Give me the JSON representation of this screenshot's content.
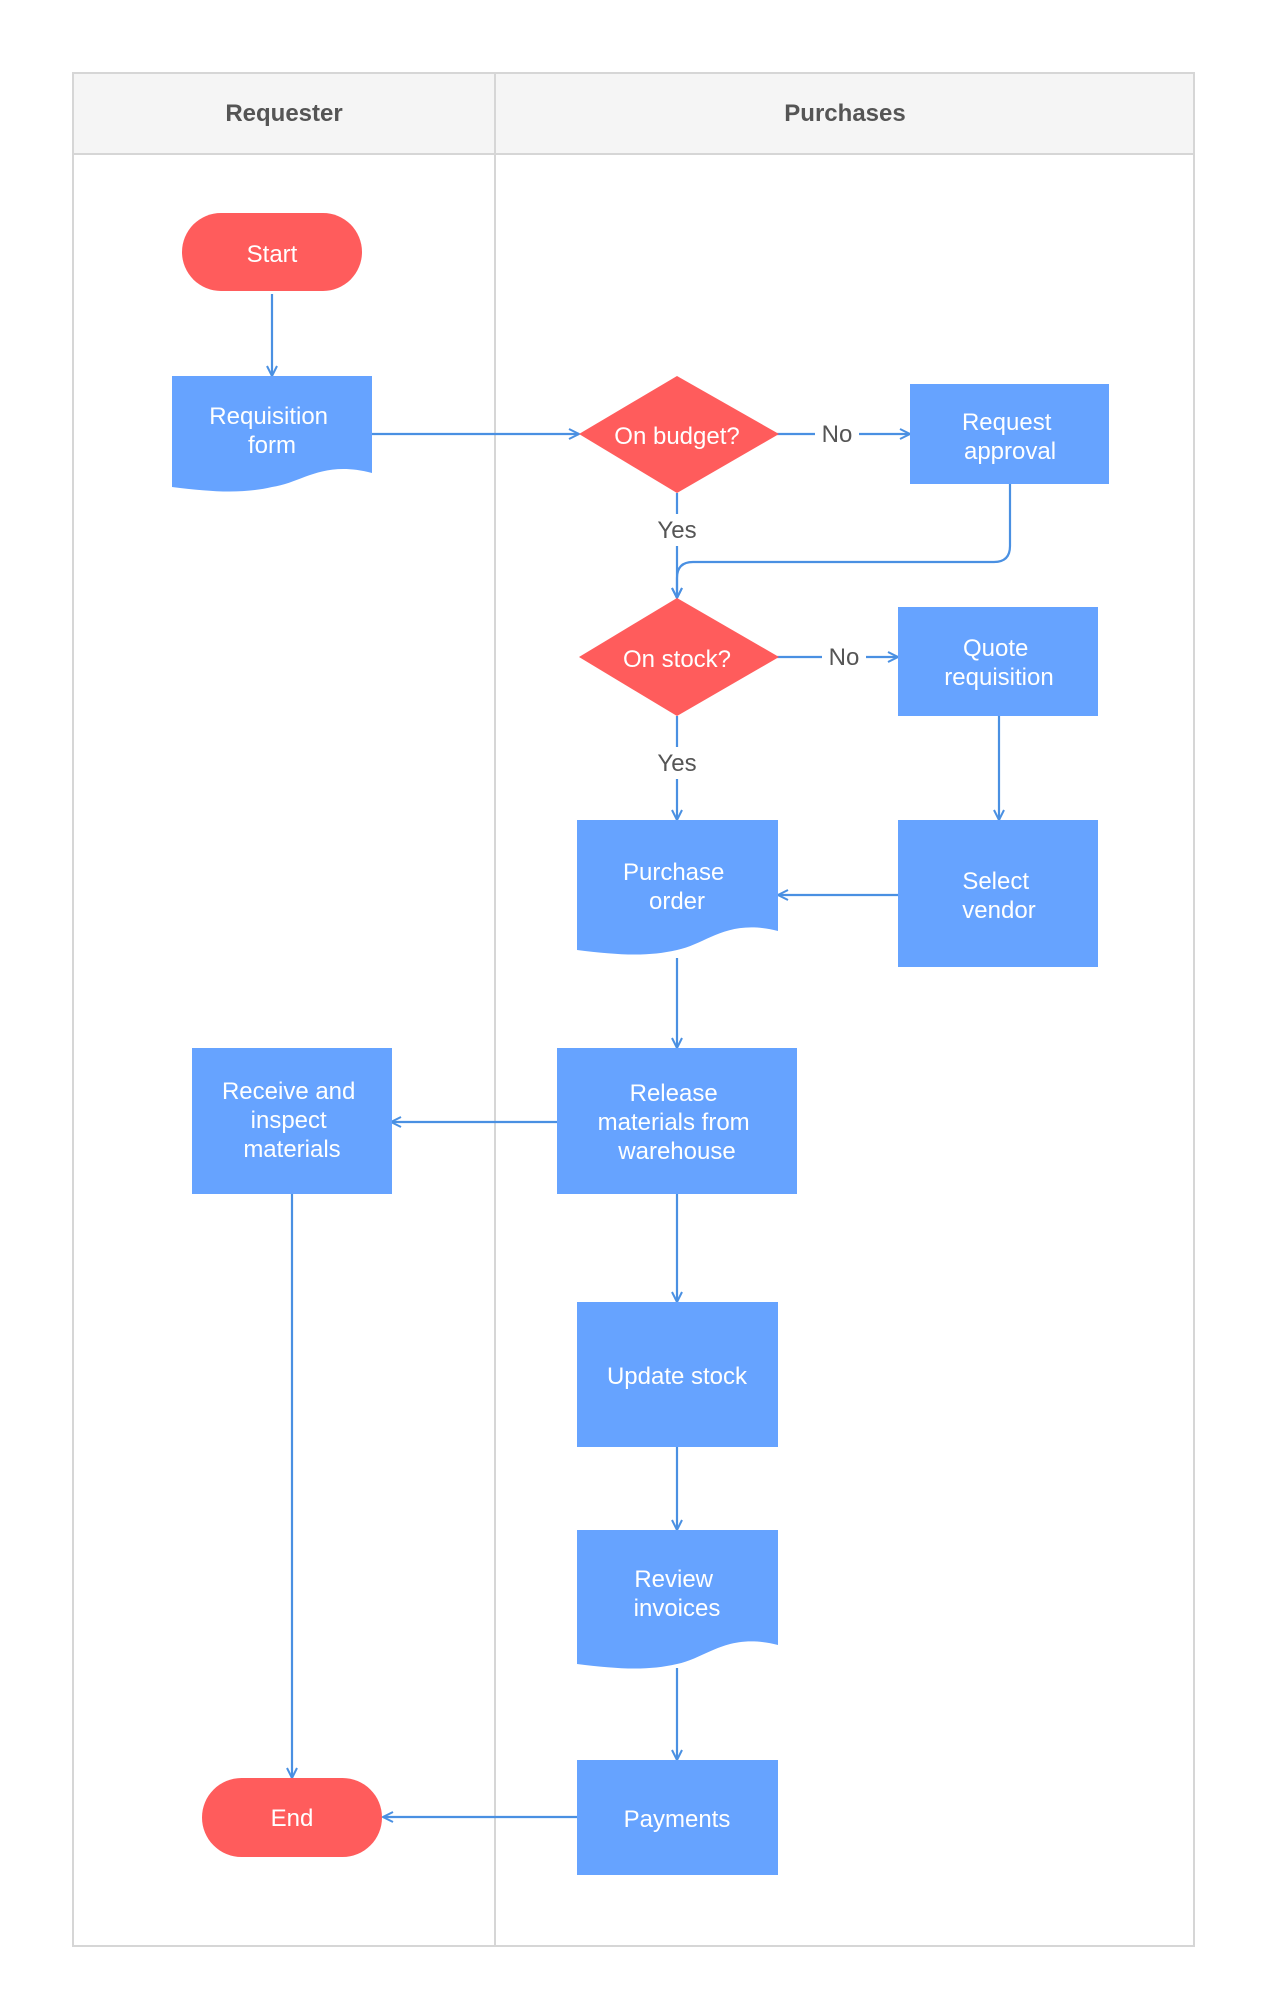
{
  "colors": {
    "process": "#66A3FF",
    "terminal": "#FF5C5C",
    "connector": "#4A90E2",
    "lane_header": "#F5F5F5",
    "lane_border": "#D6D6D6",
    "label": "#555555"
  },
  "lanes": [
    {
      "title": "Requester"
    },
    {
      "title": "Purchases"
    }
  ],
  "nodes": {
    "start": {
      "lines": [
        "Start"
      ]
    },
    "requisition_form": {
      "lines": [
        "Requisition",
        "form"
      ]
    },
    "on_budget": {
      "lines": [
        "On budget?"
      ]
    },
    "request_approval": {
      "lines": [
        "Request",
        "approval"
      ]
    },
    "on_stock": {
      "lines": [
        "On stock?"
      ]
    },
    "quote_requisition": {
      "lines": [
        "Quote",
        "requisition"
      ]
    },
    "purchase_order": {
      "lines": [
        "Purchase",
        "order"
      ]
    },
    "select_vendor": {
      "lines": [
        "Select",
        "vendor"
      ]
    },
    "release_materials": {
      "lines": [
        "Release",
        "materials from",
        "warehouse"
      ]
    },
    "receive_inspect": {
      "lines": [
        "Receive and",
        "inspect",
        "materials"
      ]
    },
    "update_stock": {
      "lines": [
        "Update stock"
      ]
    },
    "review_invoices": {
      "lines": [
        "Review",
        "invoices"
      ]
    },
    "payments": {
      "lines": [
        "Payments"
      ]
    },
    "end": {
      "lines": [
        "End"
      ]
    }
  },
  "edge_labels": {
    "budget_no": "No",
    "budget_yes": "Yes",
    "stock_no": "No",
    "stock_yes": "Yes"
  }
}
